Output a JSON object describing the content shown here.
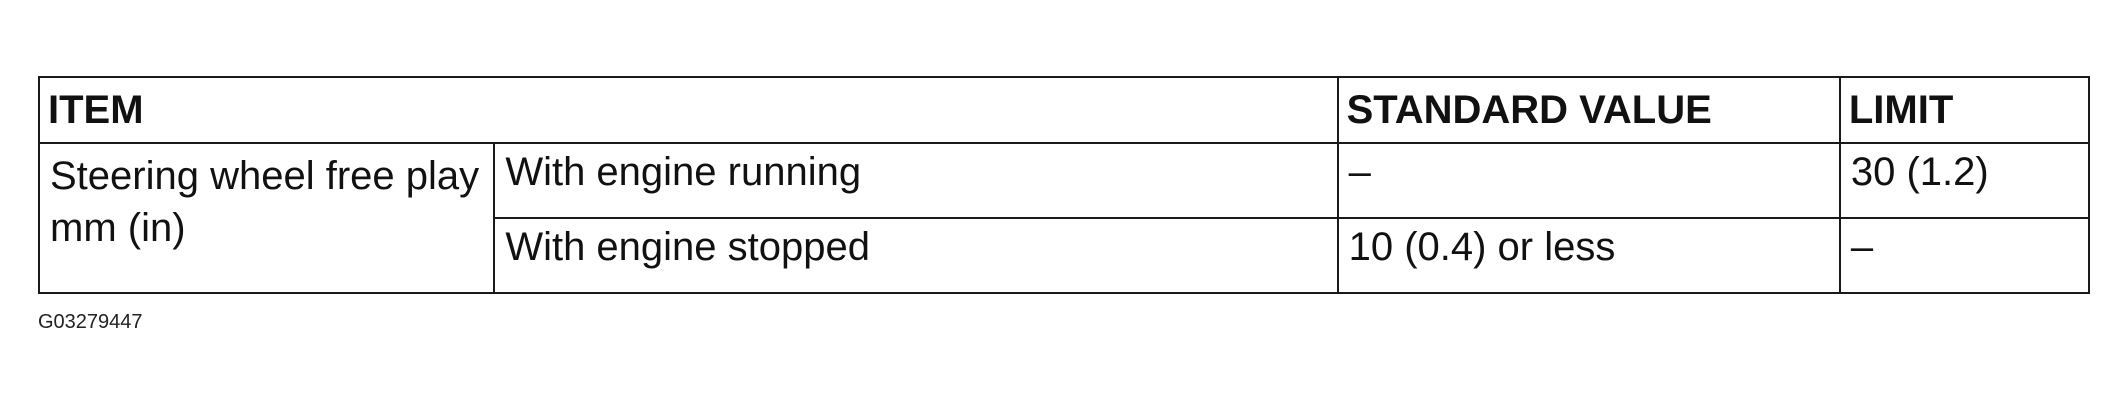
{
  "table": {
    "headers": {
      "item": "ITEM",
      "standard_value": "STANDARD VALUE",
      "limit": "LIMIT"
    },
    "item_label": "Steering wheel free play mm (in)",
    "rows": [
      {
        "condition": "With engine running",
        "standard_value": "–",
        "limit": "30 (1.2)"
      },
      {
        "condition": "With engine stopped",
        "standard_value": "10 (0.4) or less",
        "limit": "–"
      }
    ]
  },
  "figure_id": "G03279447"
}
